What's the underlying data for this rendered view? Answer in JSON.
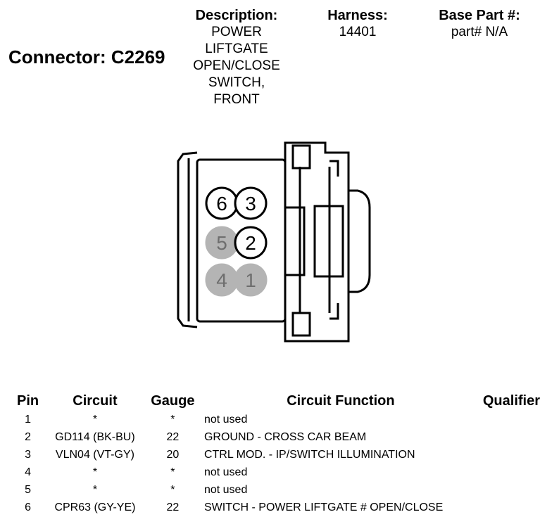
{
  "connector": {
    "label": "Connector: C2269"
  },
  "header": {
    "description_label": "Description:",
    "description_lines": [
      "POWER",
      "LIFTGATE",
      "OPEN/CLOSE",
      "SWITCH,",
      "FRONT"
    ],
    "harness_label": "Harness:",
    "harness_value": "14401",
    "base_part_label": "Base Part #:",
    "base_part_value": "part# N/A"
  },
  "drawing": {
    "pins": [
      {
        "number": "6",
        "used": true
      },
      {
        "number": "3",
        "used": true
      },
      {
        "number": "5",
        "used": false
      },
      {
        "number": "2",
        "used": true
      },
      {
        "number": "4",
        "used": false
      },
      {
        "number": "1",
        "used": false
      }
    ]
  },
  "table": {
    "headers": {
      "pin": "Pin",
      "circuit": "Circuit",
      "gauge": "Gauge",
      "function": "Circuit Function",
      "qualifier": "Qualifier"
    },
    "rows": [
      {
        "pin": "1",
        "circuit": "*",
        "gauge": "*",
        "function": "not used",
        "qualifier": ""
      },
      {
        "pin": "2",
        "circuit": "GD114 (BK-BU)",
        "gauge": "22",
        "function": "GROUND - CROSS CAR BEAM",
        "qualifier": ""
      },
      {
        "pin": "3",
        "circuit": "VLN04 (VT-GY)",
        "gauge": "20",
        "function": "CTRL MOD. - IP/SWITCH ILLUMINATION",
        "qualifier": ""
      },
      {
        "pin": "4",
        "circuit": "*",
        "gauge": "*",
        "function": "not used",
        "qualifier": ""
      },
      {
        "pin": "5",
        "circuit": "*",
        "gauge": "*",
        "function": "not used",
        "qualifier": ""
      },
      {
        "pin": "6",
        "circuit": "CPR63 (GY-YE)",
        "gauge": "22",
        "function": "SWITCH - POWER LIFTGATE # OPEN/CLOSE",
        "qualifier": ""
      }
    ]
  }
}
